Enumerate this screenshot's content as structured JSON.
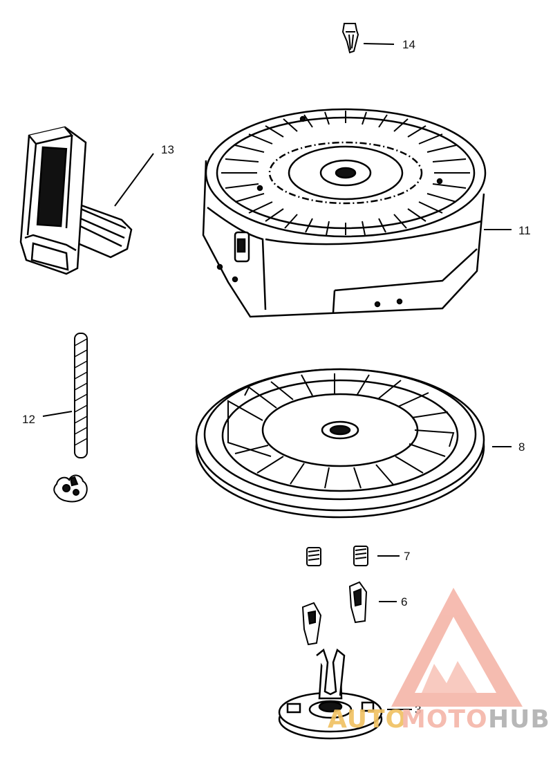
{
  "callouts": [
    {
      "id": "14",
      "label": "14"
    },
    {
      "id": "13",
      "label": "13"
    },
    {
      "id": "11",
      "label": "11"
    },
    {
      "id": "12",
      "label": "12"
    },
    {
      "id": "8",
      "label": "8"
    },
    {
      "id": "7",
      "label": "7"
    },
    {
      "id": "6",
      "label": "6"
    },
    {
      "id": "3",
      "label": "3"
    }
  ],
  "watermark": {
    "part1": "AUTO",
    "part2": "MOTO",
    "part3": "HUB",
    "color_primary": "#f5b5a8",
    "color_secondary": "#f0c060",
    "color_tertiary": "#b0b0b0"
  }
}
